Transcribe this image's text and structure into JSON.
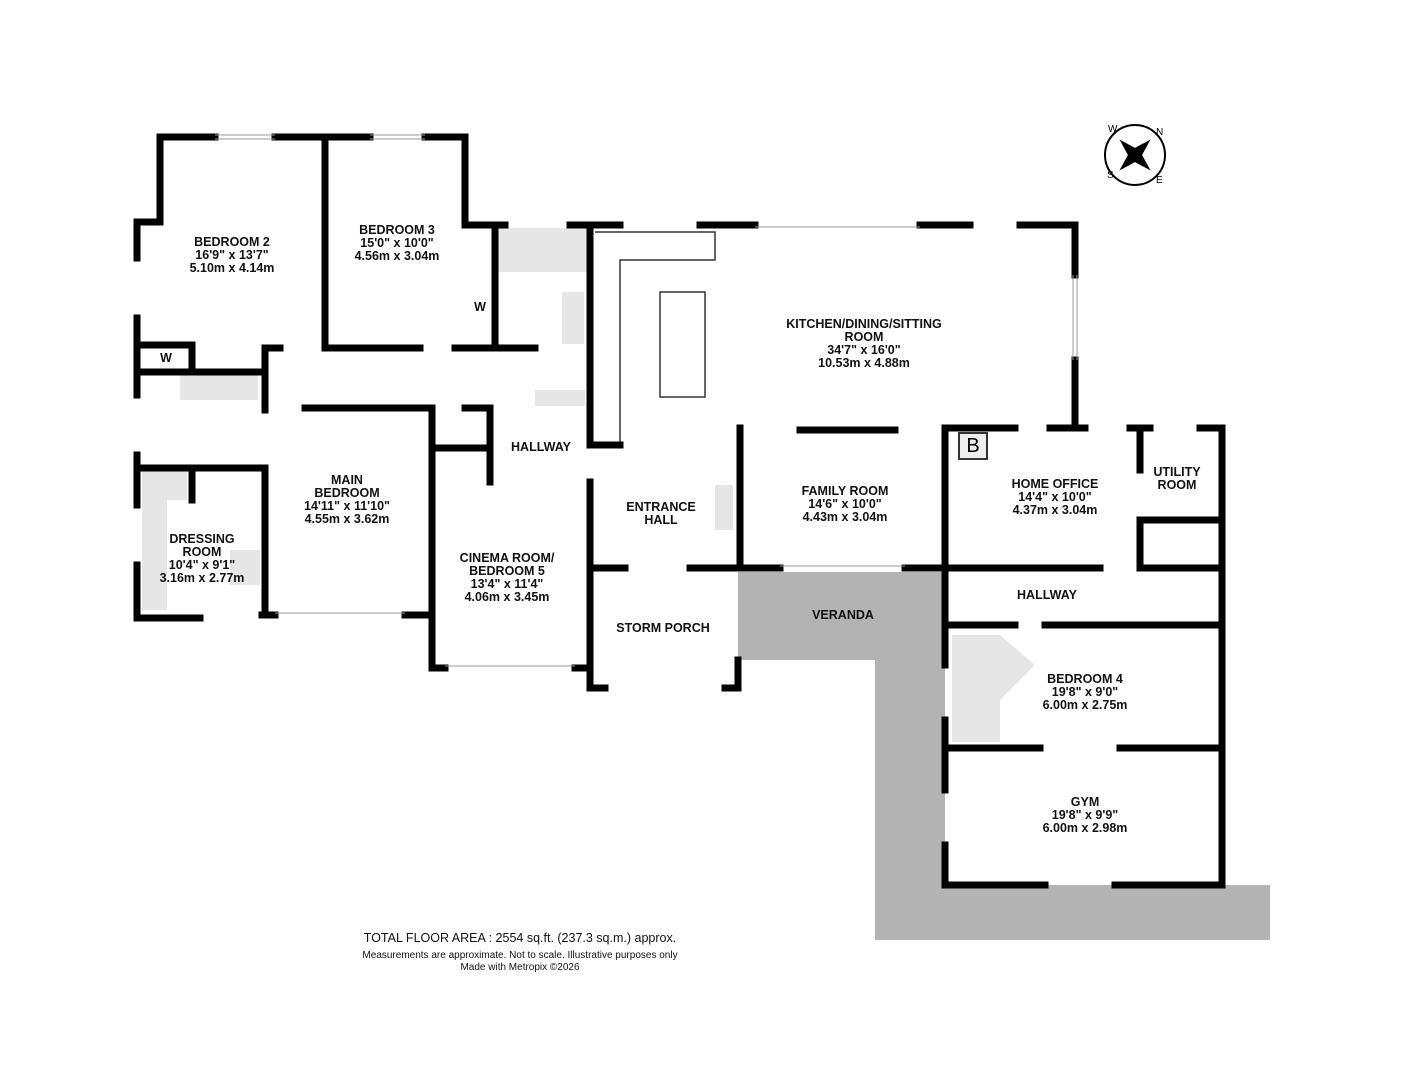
{
  "rooms": [
    {
      "name": "BEDROOM 2",
      "imperial": "16'9\"  x 13'7\"",
      "metric": "5.10m  x 4.14m"
    },
    {
      "name": "BEDROOM 3",
      "imperial": "15'0\"  x 10'0\"",
      "metric": "4.56m  x 3.04m"
    },
    {
      "name": "KITCHEN/DINING/SITTING\nROOM",
      "imperial": "34'7\"  x 16'0\"",
      "metric": "10.53m  x 4.88m"
    },
    {
      "name": "MAIN\nBEDROOM",
      "imperial": "14'11\"  x 11'10\"",
      "metric": "4.55m  x 3.62m"
    },
    {
      "name": "DRESSING\nROOM",
      "imperial": "10'4\"  x 9'1\"",
      "metric": "3.16m  x 2.77m"
    },
    {
      "name": "CINEMA ROOM/\nBEDROOM 5",
      "imperial": "13'4\"  x 11'4\"",
      "metric": "4.06m  x 3.45m"
    },
    {
      "name": "FAMILY ROOM",
      "imperial": "14'6\"  x 10'0\"",
      "metric": "4.43m  x 3.04m"
    },
    {
      "name": "HOME OFFICE",
      "imperial": "14'4\"  x 10'0\"",
      "metric": "4.37m  x 3.04m"
    },
    {
      "name": "BEDROOM 4",
      "imperial": "19'8\"  x 9'0\"",
      "metric": "6.00m  x 2.75m"
    },
    {
      "name": "GYM",
      "imperial": "19'8\"  x 9'9\"",
      "metric": "6.00m  x 2.98m"
    }
  ],
  "labels": {
    "hallway_1": "HALLWAY",
    "entrance_hall": "ENTRANCE\nHALL",
    "storm_porch": "STORM PORCH",
    "veranda": "VERANDA",
    "hallway_2": "HALLWAY",
    "utility_room": "UTILITY\nROOM",
    "wardrobe_1": "W",
    "wardrobe_2": "W",
    "boiler": "B"
  },
  "compass": {
    "n": "N",
    "e": "E",
    "s": "S",
    "w": "W"
  },
  "footer": {
    "total_area": "TOTAL FLOOR AREA : 2554 sq.ft. (237.3 sq.m.) approx.",
    "disclaimer": "Measurements are approximate.  Not to scale.  Illustrative purposes only",
    "credit": "Made with Metropix ©2026"
  },
  "colors": {
    "wall": "#000000",
    "veranda": "#b3b3b3",
    "fixture": "#e6e6e6"
  }
}
